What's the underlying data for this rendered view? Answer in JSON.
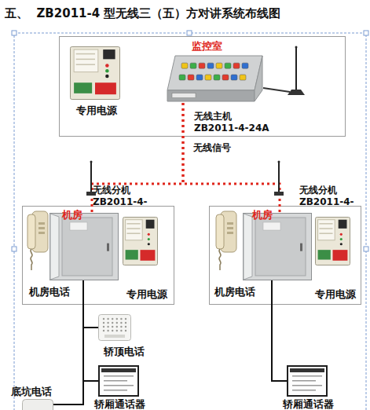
{
  "diagram": {
    "title": "五、  ZB2011-4 型无线三（五）方对讲系统布线图",
    "nodes": [
      {
        "text": [
          "监控室"
        ]
      },
      {
        "text": [
          "专用电源"
        ],
        "in": 0
      },
      {
        "text": [
          "无线主机 ZB2011-4-24A"
        ],
        "in": 0
      },
      {
        "text": [
          "机房"
        ]
      },
      {
        "text": [
          "机房电话"
        ],
        "in": 3
      },
      {
        "text": [
          "无线分机 ZB2011-4-"
        ],
        "in": 3
      },
      {
        "text": [
          "专用电源"
        ],
        "in": 3
      },
      {
        "text": [
          "机房"
        ]
      },
      {
        "text": [
          "机房电话"
        ],
        "in": 7
      },
      {
        "text": [
          "无线分机 ZB2011-4-"
        ],
        "in": 7
      },
      {
        "text": [
          "专用电源"
        ],
        "in": 7
      },
      {
        "text": [
          "轿顶电话"
        ]
      },
      {
        "text": [
          "轿厢通话器"
        ]
      },
      {
        "text": [
          "底坑电话"
        ]
      },
      {
        "text": [
          "轿厢通话器"
        ]
      }
    ],
    "edges": [
      {
        "from": 2,
        "to": 5,
        "label": "无线信号",
        "arrow": "none"
      },
      {
        "from": 2,
        "to": 9,
        "arrow": "none"
      },
      {
        "from": 5,
        "to": 11,
        "arrow": "none"
      },
      {
        "from": 5,
        "to": 12,
        "arrow": "none"
      },
      {
        "from": 5,
        "to": 13,
        "arrow": "none"
      },
      {
        "from": 9,
        "to": 14,
        "arrow": "none"
      }
    ]
  }
}
